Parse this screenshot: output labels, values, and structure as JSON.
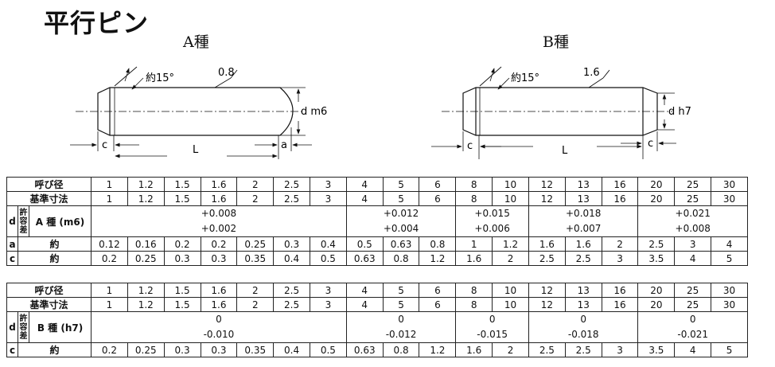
{
  "title": "平行ピン",
  "figure_a": {
    "label": "A種",
    "angle": "約15°",
    "roughness": "0.8",
    "diameter": "d m6",
    "c": "c",
    "length": "L",
    "a": "a"
  },
  "figure_b": {
    "label": "B種",
    "angle": "約15°",
    "roughness": "1.6",
    "diameter": "d h7",
    "c": "c",
    "length": "L",
    "c_right": "c"
  },
  "sizes": [
    "1",
    "1.2",
    "1.5",
    "1.6",
    "2",
    "2.5",
    "3",
    "4",
    "5",
    "6",
    "8",
    "10",
    "12",
    "13",
    "16",
    "20",
    "25",
    "30"
  ],
  "table_a": {
    "row_nominal": "呼び径",
    "row_basic": "基準寸法",
    "d": "d",
    "tolerance": "許容差",
    "type_label": "A 種 (m6)",
    "tolerances": [
      {
        "upper": "+0.008",
        "lower": "+0.002"
      },
      {
        "upper": "+0.012",
        "lower": "+0.004"
      },
      {
        "upper": "+0.015",
        "lower": "+0.006"
      },
      {
        "upper": "+0.018",
        "lower": "+0.007"
      },
      {
        "upper": "+0.021",
        "lower": "+0.008"
      }
    ],
    "a_label": "a",
    "a_sub": "約",
    "a_values": [
      "0.12",
      "0.16",
      "0.2",
      "0.2",
      "0.25",
      "0.3",
      "0.4",
      "0.5",
      "0.63",
      "0.8",
      "1",
      "1.2",
      "1.6",
      "1.6",
      "2",
      "2.5",
      "3",
      "4"
    ],
    "c_label": "c",
    "c_sub": "約",
    "c_values": [
      "0.2",
      "0.25",
      "0.3",
      "0.3",
      "0.35",
      "0.4",
      "0.5",
      "0.63",
      "0.8",
      "1.2",
      "1.6",
      "2",
      "2.5",
      "2.5",
      "3",
      "3.5",
      "4",
      "5"
    ]
  },
  "table_b": {
    "row_nominal": "呼び径",
    "row_basic": "基準寸法",
    "d": "d",
    "tolerance": "許容差",
    "type_label": "B 種 (h7)",
    "tolerances": [
      {
        "upper": "0",
        "lower": "-0.010"
      },
      {
        "upper": "0",
        "lower": "-0.012"
      },
      {
        "upper": "0",
        "lower": "-0.015"
      },
      {
        "upper": "0",
        "lower": "-0.018"
      },
      {
        "upper": "0",
        "lower": "-0.021"
      }
    ],
    "c_label": "c",
    "c_sub": "約",
    "c_values": [
      "0.2",
      "0.25",
      "0.3",
      "0.3",
      "0.35",
      "0.4",
      "0.5",
      "0.63",
      "0.8",
      "1.2",
      "1.6",
      "2",
      "2.5",
      "2.5",
      "3",
      "3.5",
      "4",
      "5"
    ]
  }
}
